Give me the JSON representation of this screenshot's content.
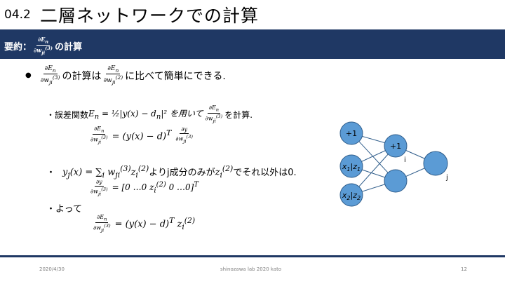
{
  "header": {
    "section_number": "04.2",
    "title": "二層ネットワークでの計算"
  },
  "band": {
    "label": "要約：",
    "frac_num": "∂E",
    "frac_num_sub": "n",
    "frac_den": "∂w",
    "frac_den_sub": "ji",
    "frac_den_sup": "(3)",
    "suffix": "の計算"
  },
  "body": {
    "bullet1": {
      "text1": "の計算は",
      "den2_sup": "(2)",
      "text2": "に比べて簡単にできる."
    },
    "line2": {
      "lead": "・誤差関数",
      "formula": "E",
      "formula_sub": "n",
      "formula_rest": " = ½|y(x) − d",
      "formula_sub2": "n",
      "formula_end": "|² を用いて",
      "tail": "を計算."
    },
    "eq1": {
      "rhs": "= (y(x) − d)",
      "sup": "T",
      "num_y": "∂y"
    },
    "line3": {
      "lead": "・",
      "formula": "y",
      "formula_sub": "j",
      "formula_rest": "(x) = ∑",
      "formula_sub_i": "i",
      "formula_w": " w",
      "formula_w_sub": "ji",
      "formula_w_sup": "(3)",
      "formula_z": "z",
      "formula_z_sub": "i",
      "formula_z_sup": "(2)",
      "text1": "よりj成分のみが",
      "text2": "でそれ以外は0."
    },
    "eq2": {
      "rhs": "= [0 …0  z",
      "z_sub": "i",
      "z_sup": "(2)",
      "rhs_end": " 0  …0]",
      "sup": "T"
    },
    "line4": {
      "lead": "・よって"
    },
    "eq3": {
      "rhs": "= (y(x) − d)",
      "sup": "T",
      "z": "  z",
      "z_sub": "i",
      "z_sup": "(2)"
    }
  },
  "network": {
    "node_color": "#5b9bd5",
    "stroke_color": "#2e5c8a",
    "input_bias": "+1",
    "input_x1": "x",
    "input_x1_sub": "1",
    "input_z1": "|z",
    "input_z1_sub": "1",
    "input_x2": "x",
    "input_x2_sub": "2",
    "input_z2": "|z",
    "input_z2_sub": "2",
    "hidden_bias": "+1",
    "hidden_label": "i",
    "output_label": "j"
  },
  "footer": {
    "date": "2020/4/30",
    "center": "shinozawa lab 2020 kato",
    "page": "12"
  },
  "colors": {
    "band": "#1f3864",
    "footer_text": "#7f7f7f"
  }
}
